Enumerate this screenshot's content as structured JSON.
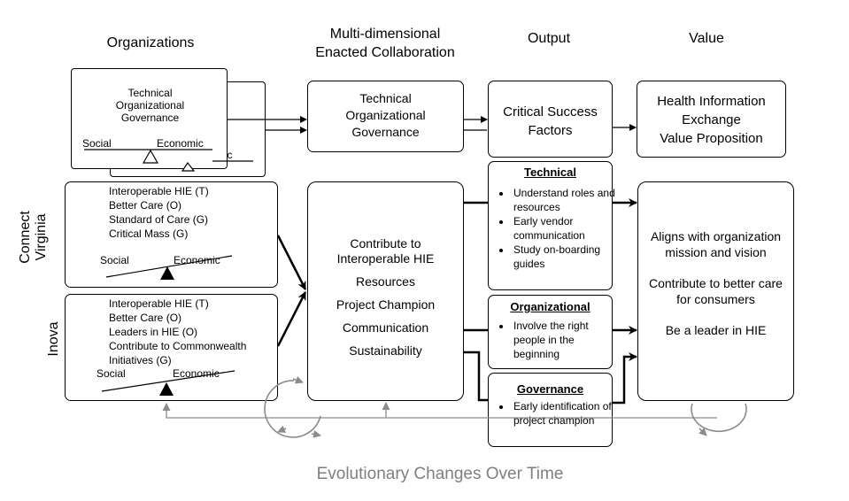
{
  "headers": {
    "organizations": "Organizations",
    "collaboration_line1": "Multi-dimensional",
    "collaboration_line2": "Enacted Collaboration",
    "output": "Output",
    "value": "Value"
  },
  "org_card_front": {
    "lines": [
      "Technical",
      "Organizational",
      "Governance"
    ],
    "social": "Social",
    "economic": "Economic"
  },
  "org_card_back": {
    "partial_text": "omic"
  },
  "collab_top": {
    "lines": [
      "Technical",
      "Organizational",
      "Governance"
    ]
  },
  "output_top": {
    "lines": [
      "Critical Success",
      "Factors"
    ]
  },
  "value_top": {
    "lines": [
      "Health  Information",
      "Exchange",
      "Value Proposition"
    ]
  },
  "connect_virginia": {
    "label_line1": "Connect",
    "label_line2": "Virginia",
    "items": [
      "Interoperable HIE (T)",
      "Better Care (O)",
      "Standard of Care (G)",
      "Critical Mass (G)"
    ],
    "social": "Social",
    "economic": "Economic"
  },
  "inova": {
    "label": "Inova",
    "items": [
      "Interoperable  HIE (T)",
      "Better Care (O)",
      "Leaders in HIE (O)",
      "Contribute  to Commonwealth",
      "Initiatives  (G)"
    ],
    "social": "Social",
    "economic": "Economic"
  },
  "collab_main": {
    "items": [
      "Contribute to",
      "Interoperable HIE",
      "Resources",
      "Project Champion",
      "Communication",
      "Sustainability"
    ]
  },
  "technical": {
    "title": "Technical",
    "bullets": [
      "Understand roles and resources",
      "Early vendor communication",
      "Study on-boarding guides"
    ]
  },
  "organizational": {
    "title": "Organizational",
    "bullets": [
      "Involve  the right people in the beginning"
    ]
  },
  "governance": {
    "title": "Governance",
    "bullets": [
      "Early identification of project champion"
    ]
  },
  "value_main": {
    "items": [
      "Aligns with organization",
      "mission and vision",
      "Contribute to better care",
      "for consumers",
      "Be a leader in HIE"
    ]
  },
  "footer": {
    "caption": "Evolutionary  Changes  Over Time"
  },
  "colors": {
    "line": "#000000",
    "feedback": "#8c8c8c",
    "caption": "#7f7f7f"
  }
}
